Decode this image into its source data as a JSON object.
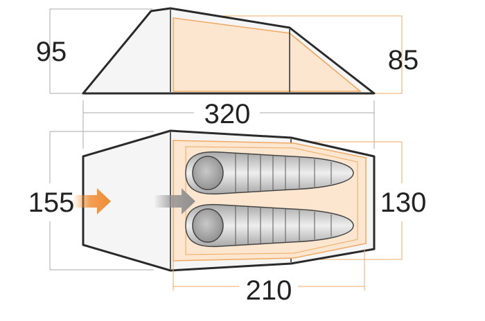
{
  "dimensions": {
    "rear_height": "95",
    "front_height": "85",
    "total_length": "320",
    "total_width": "155",
    "inner_width": "130",
    "inner_length": "210"
  },
  "entrances": [
    {
      "icon": "arrow-right-icon",
      "color": "#f08a2e"
    },
    {
      "icon": "arrow-right-icon",
      "color": "#8f8f8f"
    }
  ],
  "sleeping_bags": 2,
  "colors": {
    "outline": "#2a2a2a",
    "inner_fill": "#fce6cf",
    "dimension_line": "#f0a860",
    "sleeping_bag": "#bcbcbc"
  }
}
